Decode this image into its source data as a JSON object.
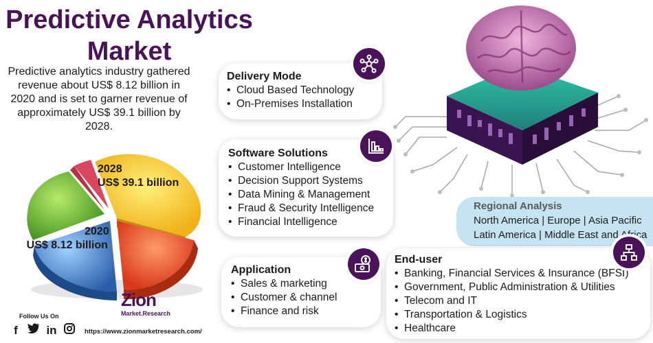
{
  "title": "Predictive Analytics Market",
  "intro": "Predictive analytics industry gathered revenue about US$ 8.12 billion in 2020 and is set to garner revenue of approximately US$ 39.1 billion by 2028.",
  "pie": {
    "label_2028_year": "2028",
    "label_2028_value": "US$ 39.1 billion",
    "label_2020_year": "2020",
    "label_2020_value": "US$ 8.12 billion",
    "colors": [
      "#f2c94c",
      "#e8542f",
      "#3b6fb6",
      "#66b32e",
      "#d9465e"
    ]
  },
  "delivery": {
    "heading": "Delivery Mode",
    "items": [
      "Cloud Based Technology",
      "On-Premises Installation"
    ],
    "icon": "network-nodes-icon"
  },
  "software": {
    "heading": "Software Solutions",
    "items": [
      "Customer Intelligence",
      "Decision Support Systems",
      "Data Mining & Management",
      "Fraud & Security Intelligence",
      "Financial Intelligence"
    ],
    "icon": "bar-chart-icon"
  },
  "application": {
    "heading": "Application",
    "items": [
      "Sales & marketing",
      "Customer & channel",
      "Finance and risk"
    ],
    "icon": "money-icon"
  },
  "enduser": {
    "heading": "End-user",
    "items": [
      "Banking, Financial Services & Insurance (BFSI)",
      "Government, Public Administration & Utilities",
      "Telecom and IT",
      "Transportation & Logistics",
      "Healthcare"
    ],
    "icon": "org-chart-icon"
  },
  "regional": {
    "heading": "Regional Analysis",
    "line1": "North America | Europe | Asia Pacific",
    "line2": "Latin America | Middle East and Africa"
  },
  "footer": {
    "follow": "Follow Us On",
    "socials": [
      "f",
      "t",
      "in",
      "ig"
    ],
    "logo_main": "Zion",
    "logo_sub": "Market.Research",
    "url": "https://www.zionmarketresearch.com/"
  },
  "colors": {
    "brand_purple": "#4a1259",
    "regional_bg": "#c6e3f1",
    "brain_pink": "#c77bb5"
  }
}
